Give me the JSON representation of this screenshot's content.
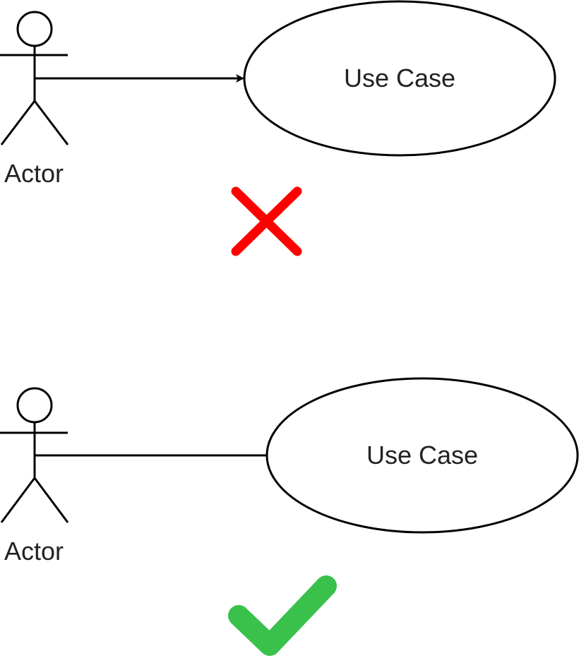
{
  "examples": [
    {
      "actor_label": "Actor",
      "use_case_label": "Use Case",
      "connection": "directed arrow",
      "verdict": "incorrect",
      "verdict_icon": "cross-icon",
      "verdict_color": "#ff0000"
    },
    {
      "actor_label": "Actor",
      "use_case_label": "Use Case",
      "connection": "plain line",
      "verdict": "correct",
      "verdict_icon": "checkmark-icon",
      "verdict_color": "#39c14c"
    }
  ],
  "colors": {
    "stroke": "#000000",
    "text": "#222222",
    "background": "#ffffff"
  }
}
